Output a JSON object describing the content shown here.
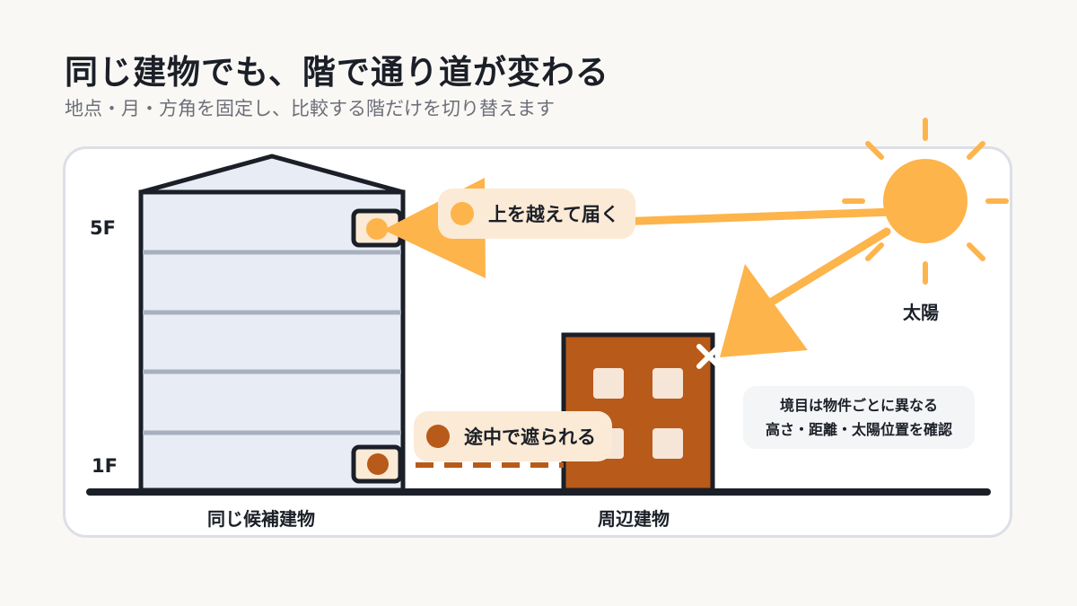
{
  "title": "同じ建物でも、階で通り道が変わる",
  "subtitle": "地点・月・方角を固定し、比較する階だけを切り替えます",
  "floors": {
    "upper": "5F",
    "lower": "1F"
  },
  "sun": {
    "label": "太陽",
    "icon": "sun-icon",
    "color": "#fdb44b"
  },
  "paths": {
    "reach": {
      "label": "上を越えて届く",
      "dot_color": "#fdb44b"
    },
    "blocked": {
      "label": "途中で遮られる",
      "dot_color": "#b85a19"
    }
  },
  "note": {
    "line1": "境目は物件ごとに異なる",
    "line2": "高さ・距離・太陽位置を確認"
  },
  "captions": {
    "candidate": "同じ候補建物",
    "neighbor": "周辺建物"
  },
  "colors": {
    "candidate_fill": "#e8ecf4",
    "outline": "#1b1f27",
    "floor_line": "#a8b0bf",
    "neighbor_fill": "#b85a19",
    "window": "#f6e6d8",
    "pill_bg": "#fbead6"
  }
}
